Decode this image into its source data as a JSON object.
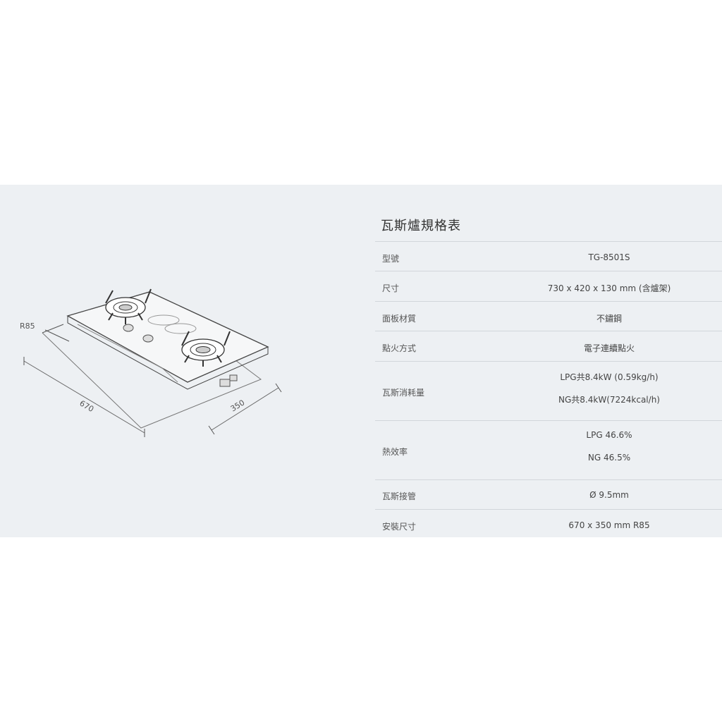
{
  "drawing": {
    "radius_label": "R85",
    "width_dim": "670",
    "depth_dim": "350"
  },
  "spec_table": {
    "title": "瓦斯爐規格表",
    "rows": [
      {
        "label": "型號",
        "values": [
          "TG-8501S"
        ]
      },
      {
        "label": "尺寸",
        "values": [
          "730 x 420 x 130 mm (含爐架)"
        ]
      },
      {
        "label": "面板材質",
        "values": [
          "不鏽鋼"
        ]
      },
      {
        "label": "點火方式",
        "values": [
          "電子連續點火"
        ]
      },
      {
        "label": "瓦斯消耗量",
        "values": [
          "LPG共8.4kW (0.59kg/h)",
          "NG共8.4kW(7224kcal/h)"
        ]
      },
      {
        "label": "熱效率",
        "values": [
          "LPG 46.6%",
          "NG 46.5%"
        ]
      },
      {
        "label": "瓦斯接管",
        "values": [
          "Ø 9.5mm"
        ]
      },
      {
        "label": "安裝尺寸",
        "values": [
          "670 x 350 mm R85"
        ]
      }
    ]
  }
}
